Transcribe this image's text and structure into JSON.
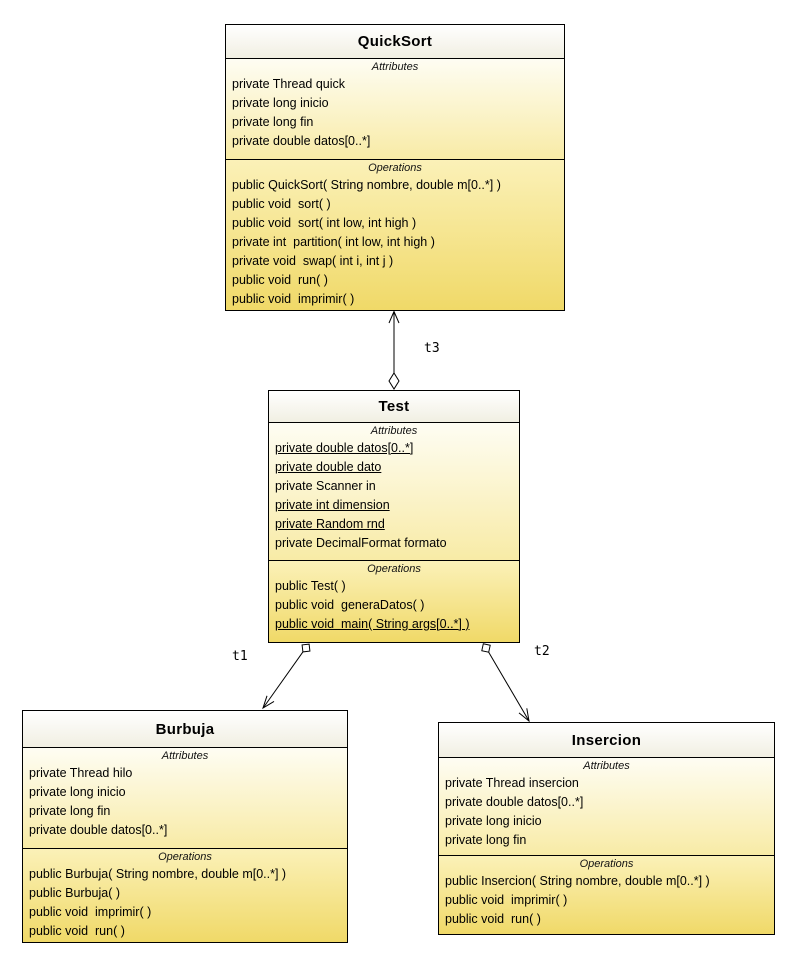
{
  "labels": {
    "attributes": "Attributes",
    "operations": "Operations"
  },
  "classes": [
    {
      "name": "QuickSort",
      "attributes": [
        "private Thread quick",
        "private long inicio",
        "private long fin",
        "private double datos[0..*]"
      ],
      "operations": [
        "public QuickSort( String nombre, double m[0..*] )",
        "public void  sort( )",
        "public void  sort( int low, int high )",
        "private int  partition( int low, int high )",
        "private void  swap( int i, int j )",
        "public void  run( )",
        "public void  imprimir( )"
      ]
    },
    {
      "name": "Test",
      "attributes": [
        "private double datos[0..*]",
        "private double dato",
        "private Scanner in",
        "private int dimension",
        "private Random rnd",
        "private DecimalFormat formato"
      ],
      "operations": [
        "public Test( )",
        "public void  generaDatos( )",
        "public void  main( String args[0..*] )"
      ]
    },
    {
      "name": "Burbuja",
      "attributes": [
        "private Thread hilo",
        "private long inicio",
        "private long fin",
        "private double datos[0..*]"
      ],
      "operations": [
        "public Burbuja( String nombre, double m[0..*] )",
        "public Burbuja( )",
        "public void  imprimir( )",
        "public void  run( )"
      ]
    },
    {
      "name": "Insercion",
      "attributes": [
        "private Thread insercion",
        "private double datos[0..*]",
        "private long inicio",
        "private long fin"
      ],
      "operations": [
        "public Insercion( String nombre, double m[0..*] )",
        "public void  imprimir( )",
        "public void  run( )"
      ]
    }
  ],
  "connectors": [
    {
      "label": "t3",
      "from": "Test",
      "to": "QuickSort"
    },
    {
      "label": "t1",
      "from": "Test",
      "to": "Burbuja"
    },
    {
      "label": "t2",
      "from": "Test",
      "to": "Insercion"
    }
  ],
  "colors": {
    "border": "#000000",
    "fill_top": "#fefdf3",
    "fill_bottom": "#f0d968",
    "header_top": "#ffffff",
    "header_bottom": "#f1efe2"
  }
}
